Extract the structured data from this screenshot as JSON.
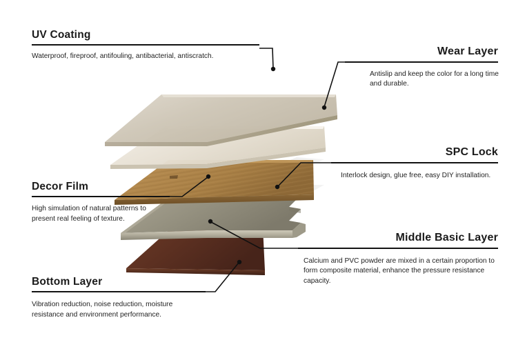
{
  "diagram": {
    "type": "exploded-layer-diagram",
    "subject": "SPC vinyl flooring plank layer structure",
    "background_color": "#ffffff",
    "line_color": "#111111"
  },
  "callouts": [
    {
      "id": "uv-coating",
      "title": "UV Coating",
      "description": "Waterproof, fireproof, antifouling, antibacterial, antiscratch.",
      "side": "left",
      "layer_color": "#cfc6b7"
    },
    {
      "id": "wear-layer",
      "title": "Wear Layer",
      "description": "Antislip and keep the color for a long time and durable.",
      "side": "right",
      "layer_color": "#ded6c7"
    },
    {
      "id": "decor-film",
      "title": "Decor Film",
      "description": "High simulation of natural patterns to present real feeling of texture.",
      "side": "left",
      "layer_color": "#a8804a"
    },
    {
      "id": "spc-lock",
      "title": "SPC Lock",
      "description": "Interlock design, glue free, easy DIY installation.",
      "side": "right",
      "layer_color": "#8f8b7c"
    },
    {
      "id": "middle-basic-layer",
      "title": "Middle Basic Layer",
      "description": "Calcium and PVC powder are mixed in a certain proportion to form composite material, enhance the pressure resistance capacity.",
      "side": "right",
      "layer_color": "#9b9584"
    },
    {
      "id": "bottom-layer",
      "title": "Bottom Layer",
      "description": "Vibration reduction, noise reduction, moisture resistance and environment performance.",
      "side": "left",
      "layer_color": "#5c3020"
    }
  ],
  "layers": [
    {
      "name": "uv-coating-panel",
      "color": "#cdc4b4"
    },
    {
      "name": "wear-layer-panel",
      "color": "#e2dbcd"
    },
    {
      "name": "decor-film-panel",
      "color": "#a8814c"
    },
    {
      "name": "spc-core-panel",
      "color": "#8d8979"
    },
    {
      "name": "bottom-layer-panel",
      "color": "#5d3121"
    }
  ]
}
